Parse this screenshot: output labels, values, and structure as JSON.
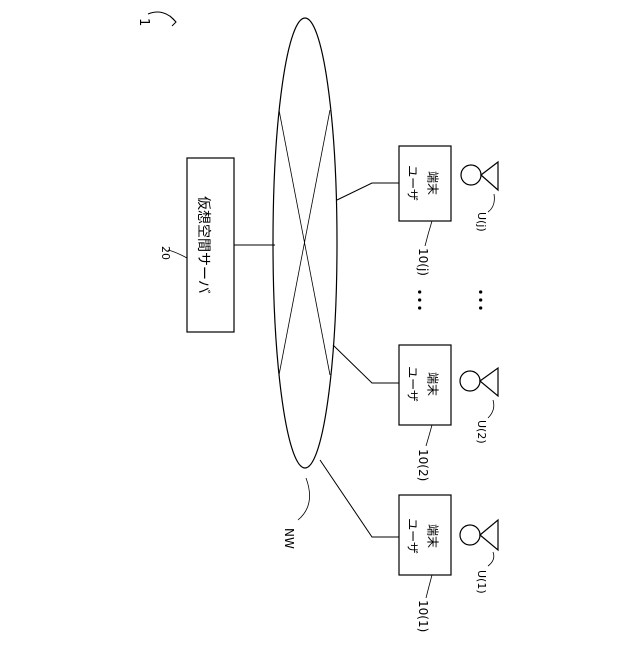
{
  "figure": {
    "system_ref": "1",
    "server": {
      "label": "仮想空間サーバ",
      "ref": "20"
    },
    "network": {
      "label": "NW"
    },
    "terminals": [
      {
        "label_line1": "ユーザ",
        "label_line2": "端末",
        "ref": "10(1)",
        "user": "U(1)"
      },
      {
        "label_line1": "ユーザ",
        "label_line2": "端末",
        "ref": "10(2)",
        "user": "U(2)"
      },
      {
        "label_line1": "ユーザ",
        "label_line2": "端末",
        "ref": "10(j)",
        "user": "U(j)"
      }
    ],
    "ellipsis": "･･･"
  }
}
